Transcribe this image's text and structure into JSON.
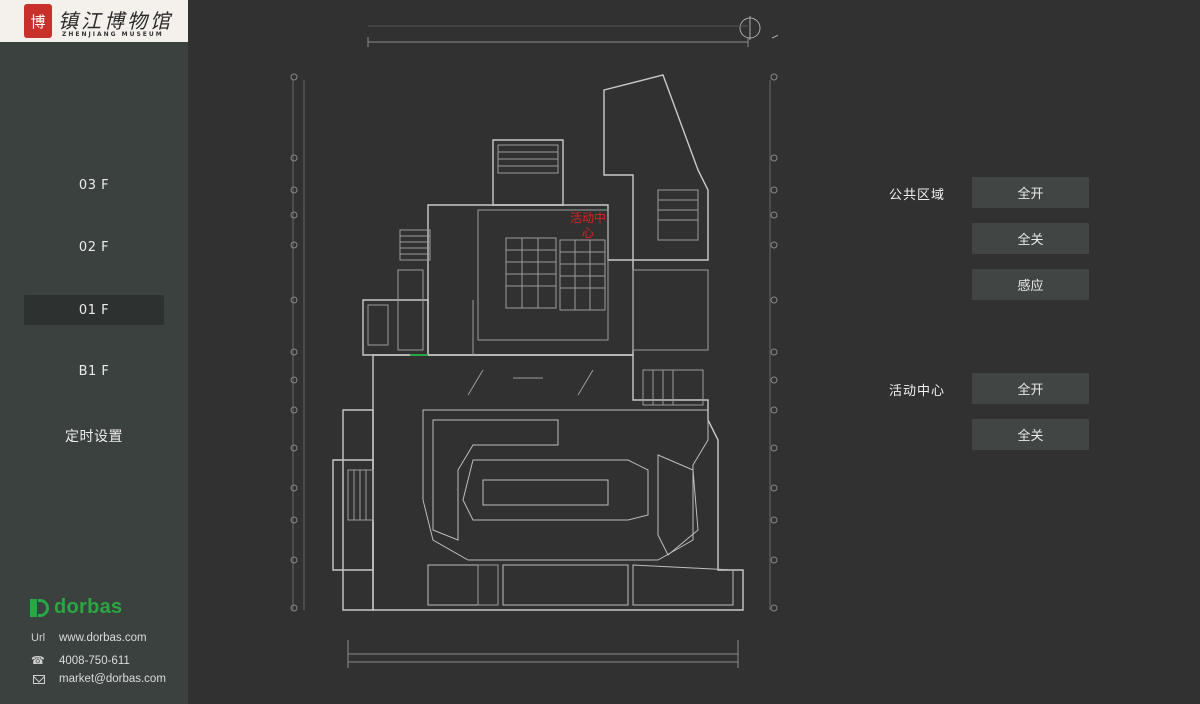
{
  "logo": {
    "seal": "博",
    "name_cn": "镇江博物馆",
    "name_en": "ZHENJIANG MUSEUM"
  },
  "floors": [
    {
      "label": "03 F",
      "active": false
    },
    {
      "label": "02 F",
      "active": false
    },
    {
      "label": "01 F",
      "active": true
    },
    {
      "label": "B1 F",
      "active": false
    }
  ],
  "schedule_label": "定时设置",
  "brand": {
    "name": "dorbas",
    "color": "#2aa642",
    "url_label": "Url",
    "url": "www.dorbas.com",
    "phone_icon": "phone-icon",
    "phone": "4008-750-611",
    "mail_icon": "mail-icon",
    "email": "market@dorbas.com"
  },
  "plan": {
    "room_label": "活动中心",
    "room_label_color": "#e21f1f"
  },
  "controls": {
    "public_area": {
      "label": "公共区域",
      "buttons": [
        "全开",
        "全关",
        "感应"
      ]
    },
    "activity_center": {
      "label": "活动中心",
      "buttons": [
        "全开",
        "全关"
      ]
    }
  }
}
